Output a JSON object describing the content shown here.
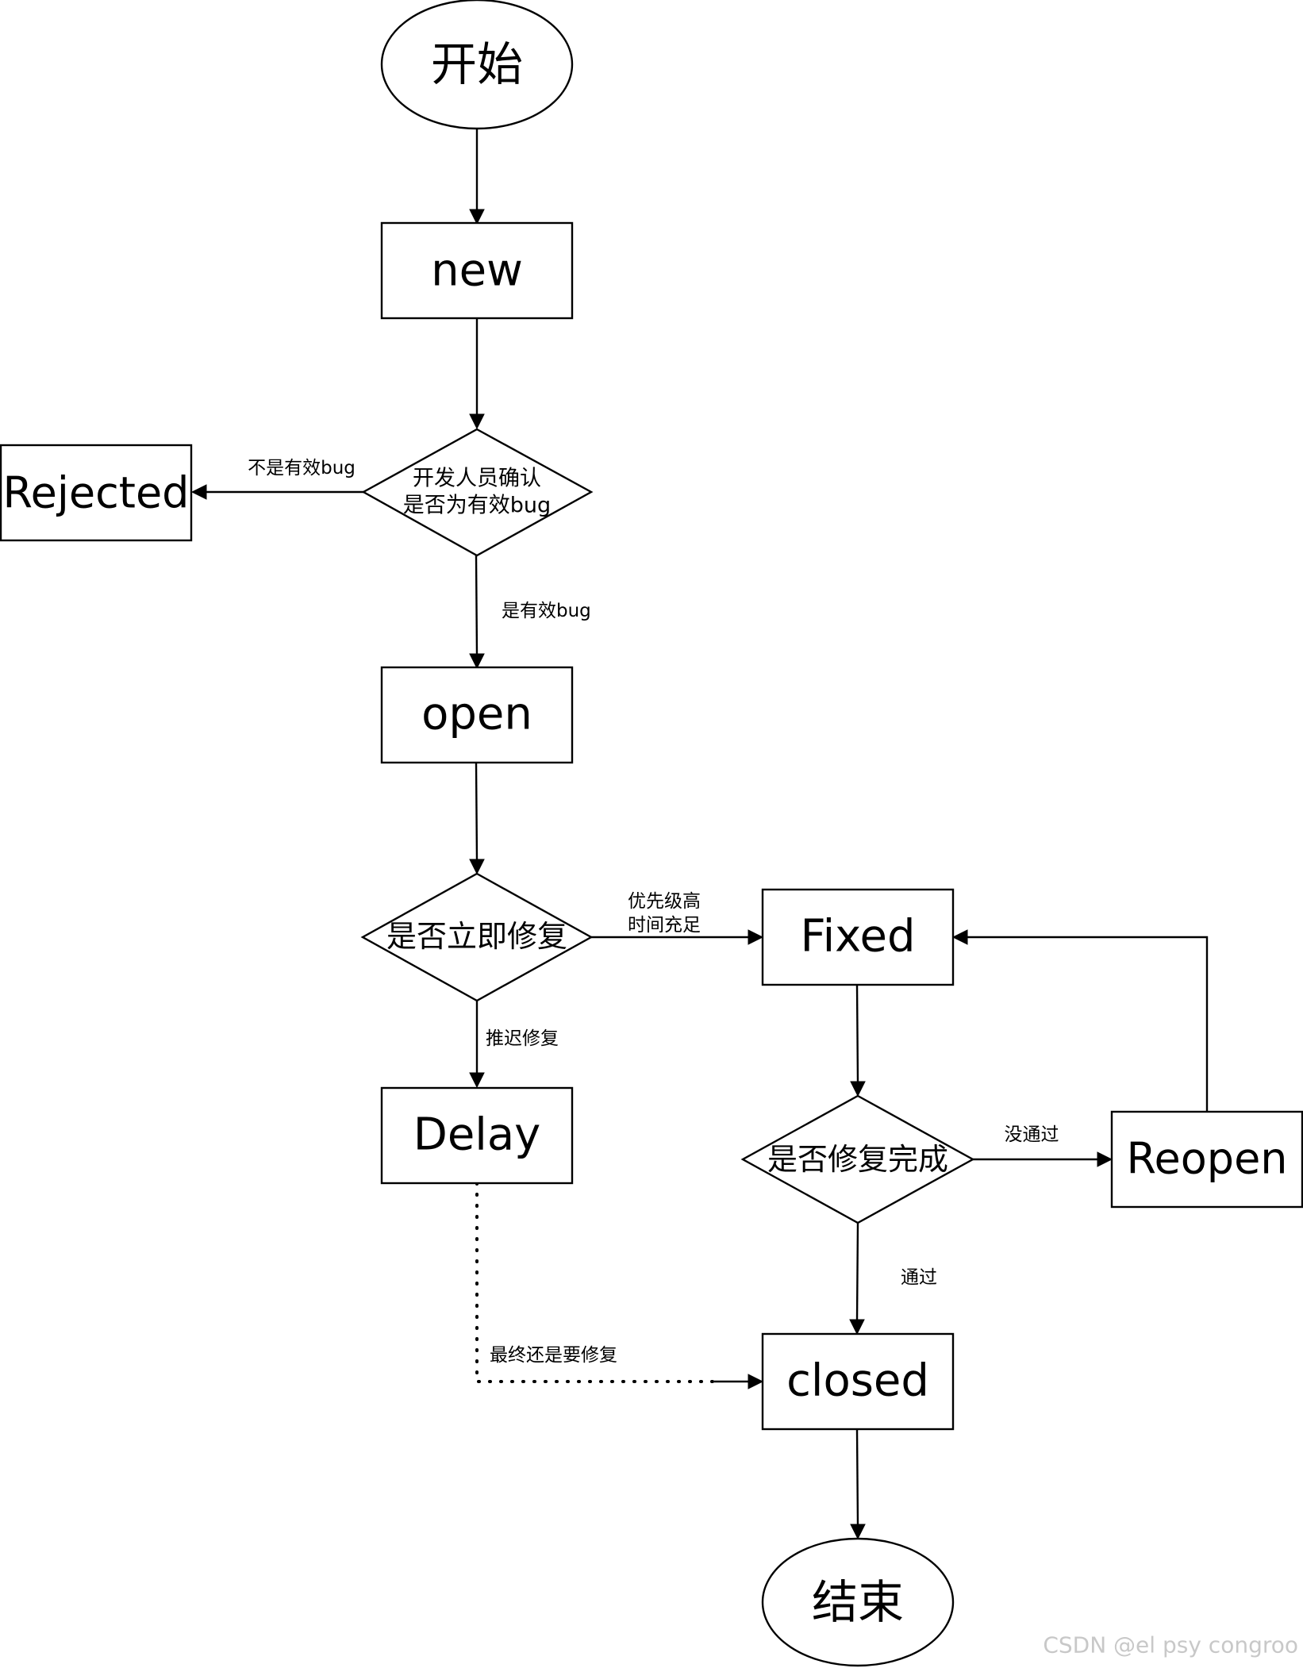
{
  "nodes": {
    "start": "开始",
    "new": "new",
    "dev_confirm_line1": "开发人员确认",
    "dev_confirm_line2": "是否为有效bug",
    "rejected": "Rejected",
    "open": "open",
    "fix_now": "是否立即修复",
    "fixed": "Fixed",
    "delay": "Delay",
    "fix_done": "是否修复完成",
    "reopen": "Reopen",
    "closed": "closed",
    "end": "结束"
  },
  "edges": {
    "not_valid": "不是有效bug",
    "is_valid": "是有效bug",
    "high_priority_line1": "优先级高",
    "high_priority_line2": "时间充足",
    "postpone": "推迟修复",
    "not_passed": "没通过",
    "passed": "通过",
    "eventually_fix": "最终还是要修复"
  },
  "watermark": "CSDN @el psy congroo"
}
